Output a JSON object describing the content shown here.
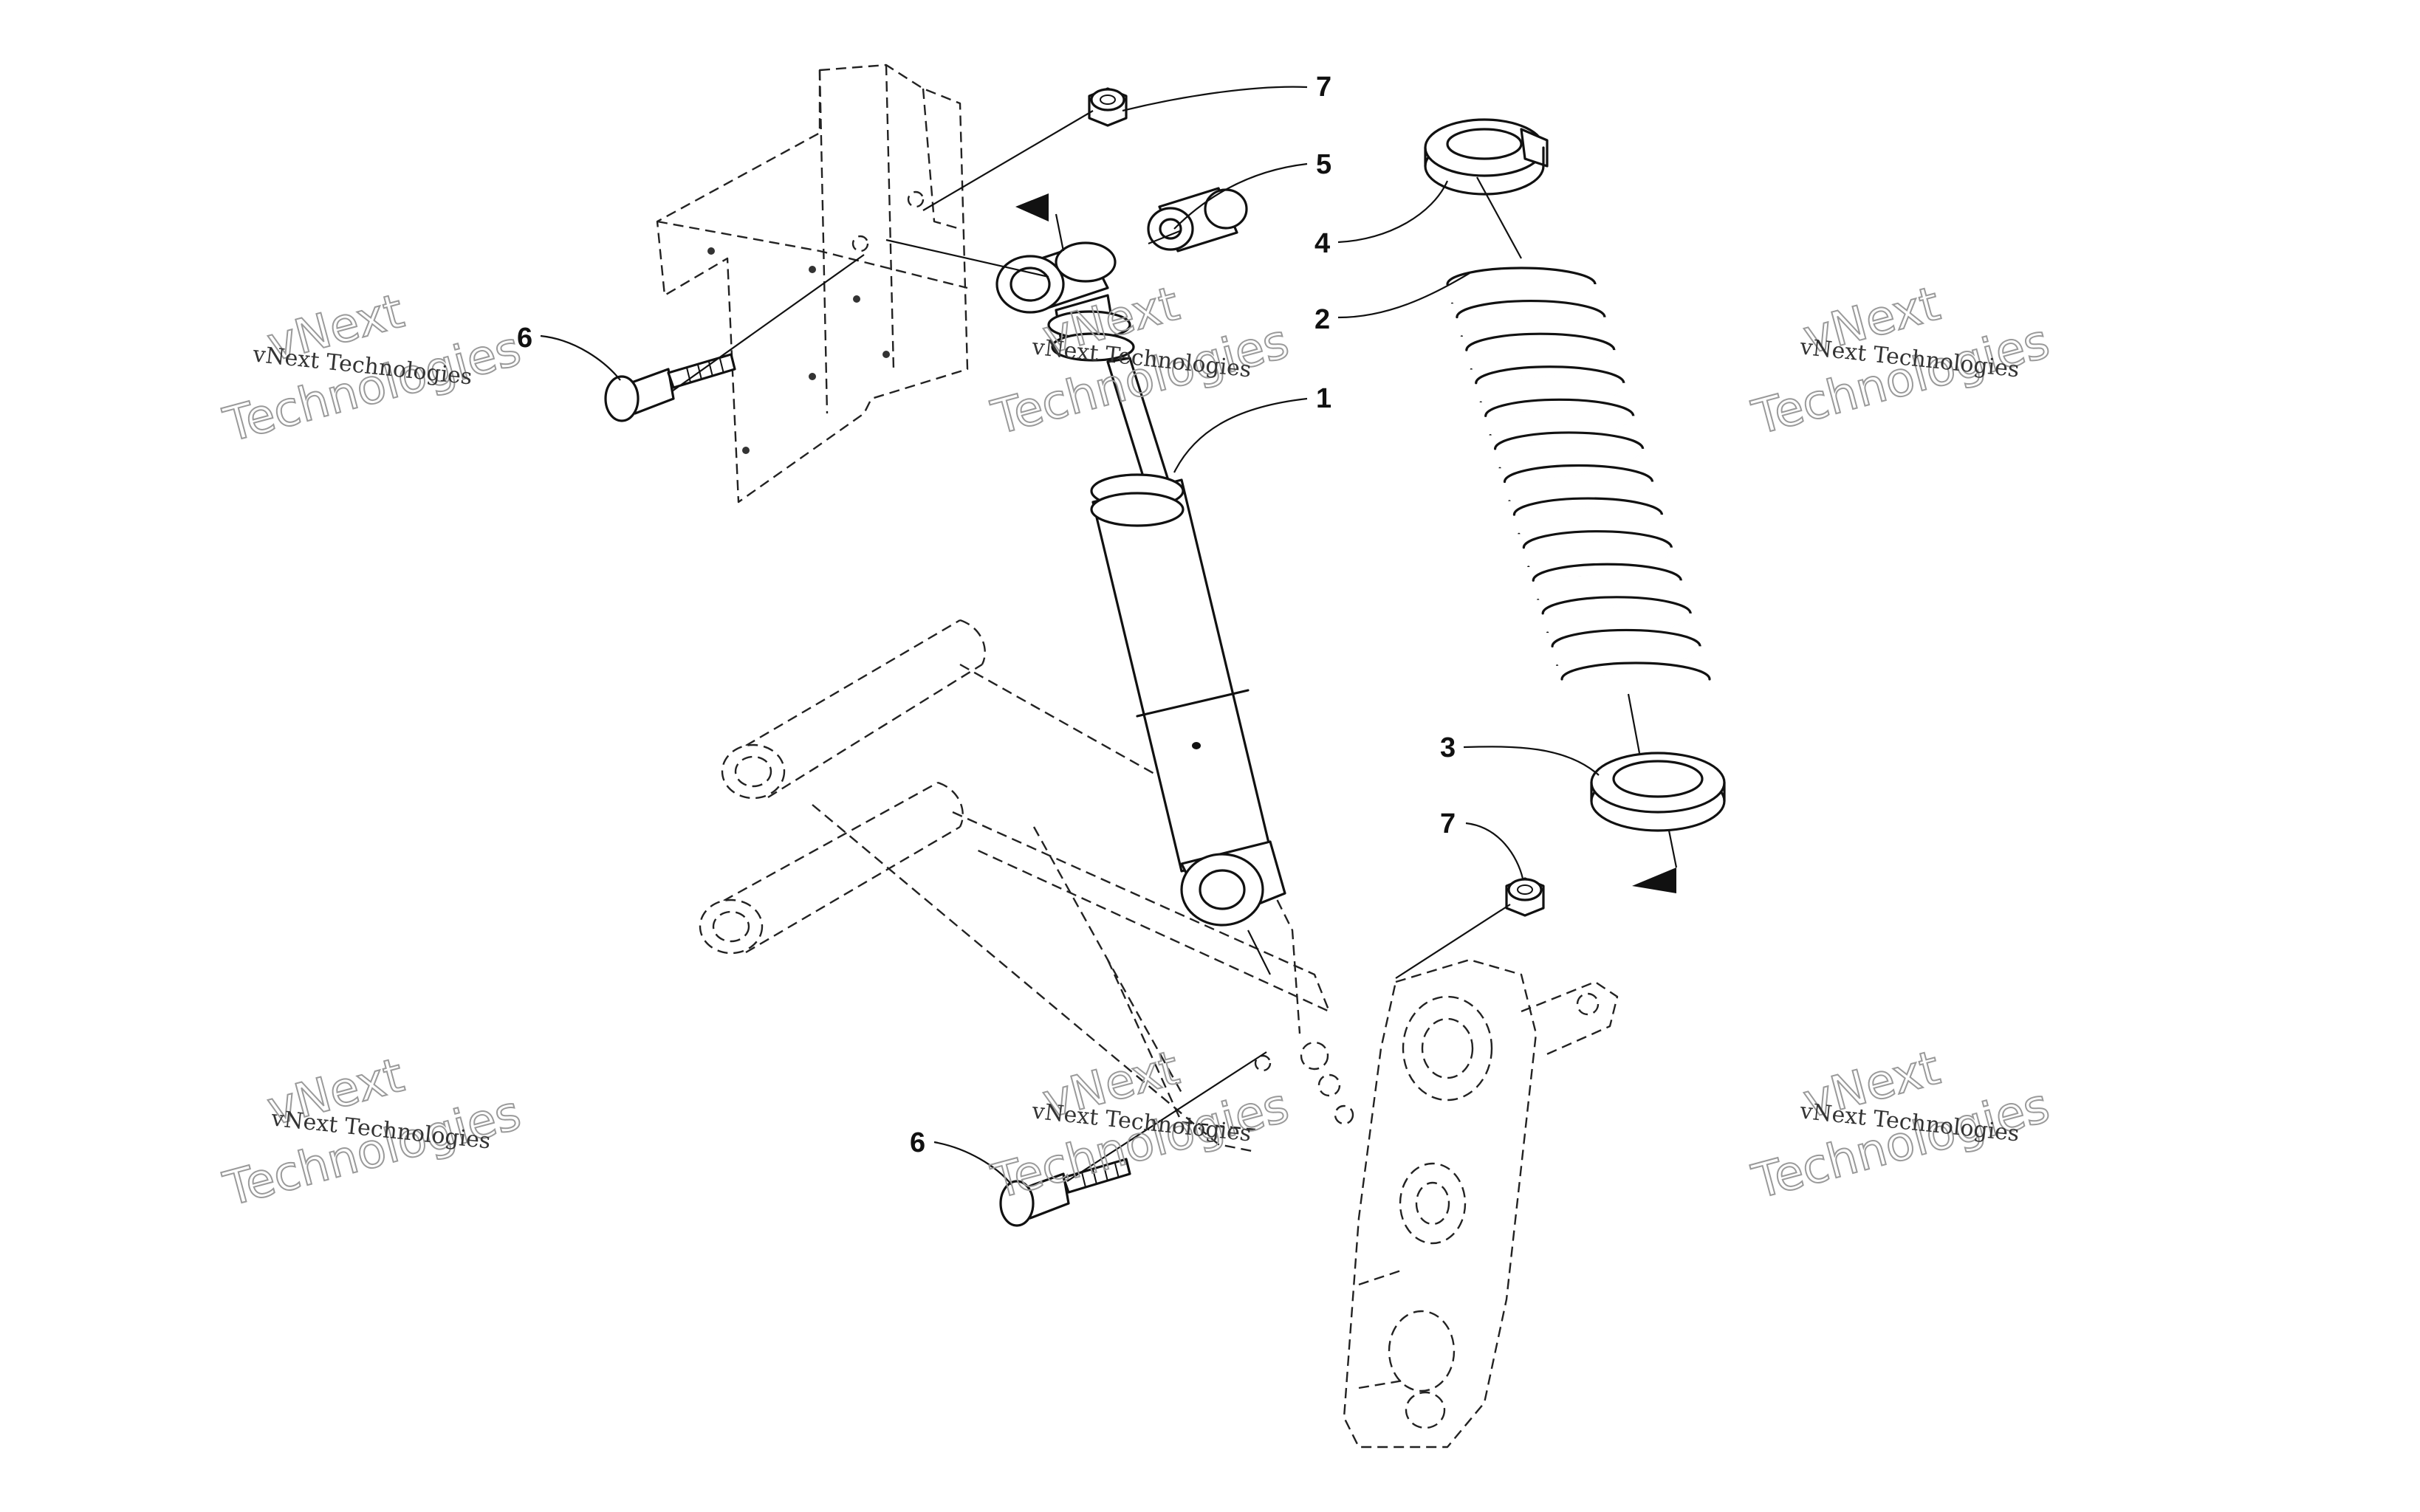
{
  "callouts": {
    "c1": "1",
    "c2": "2",
    "c3": "3",
    "c4": "4",
    "c5": "5",
    "c6_upper": "6",
    "c6_lower": "6",
    "c7_upper": "7",
    "c7_lower": "7"
  },
  "watermark": {
    "line1": "vNext",
    "line2": "Technologies",
    "full": "vNext Technologies"
  }
}
